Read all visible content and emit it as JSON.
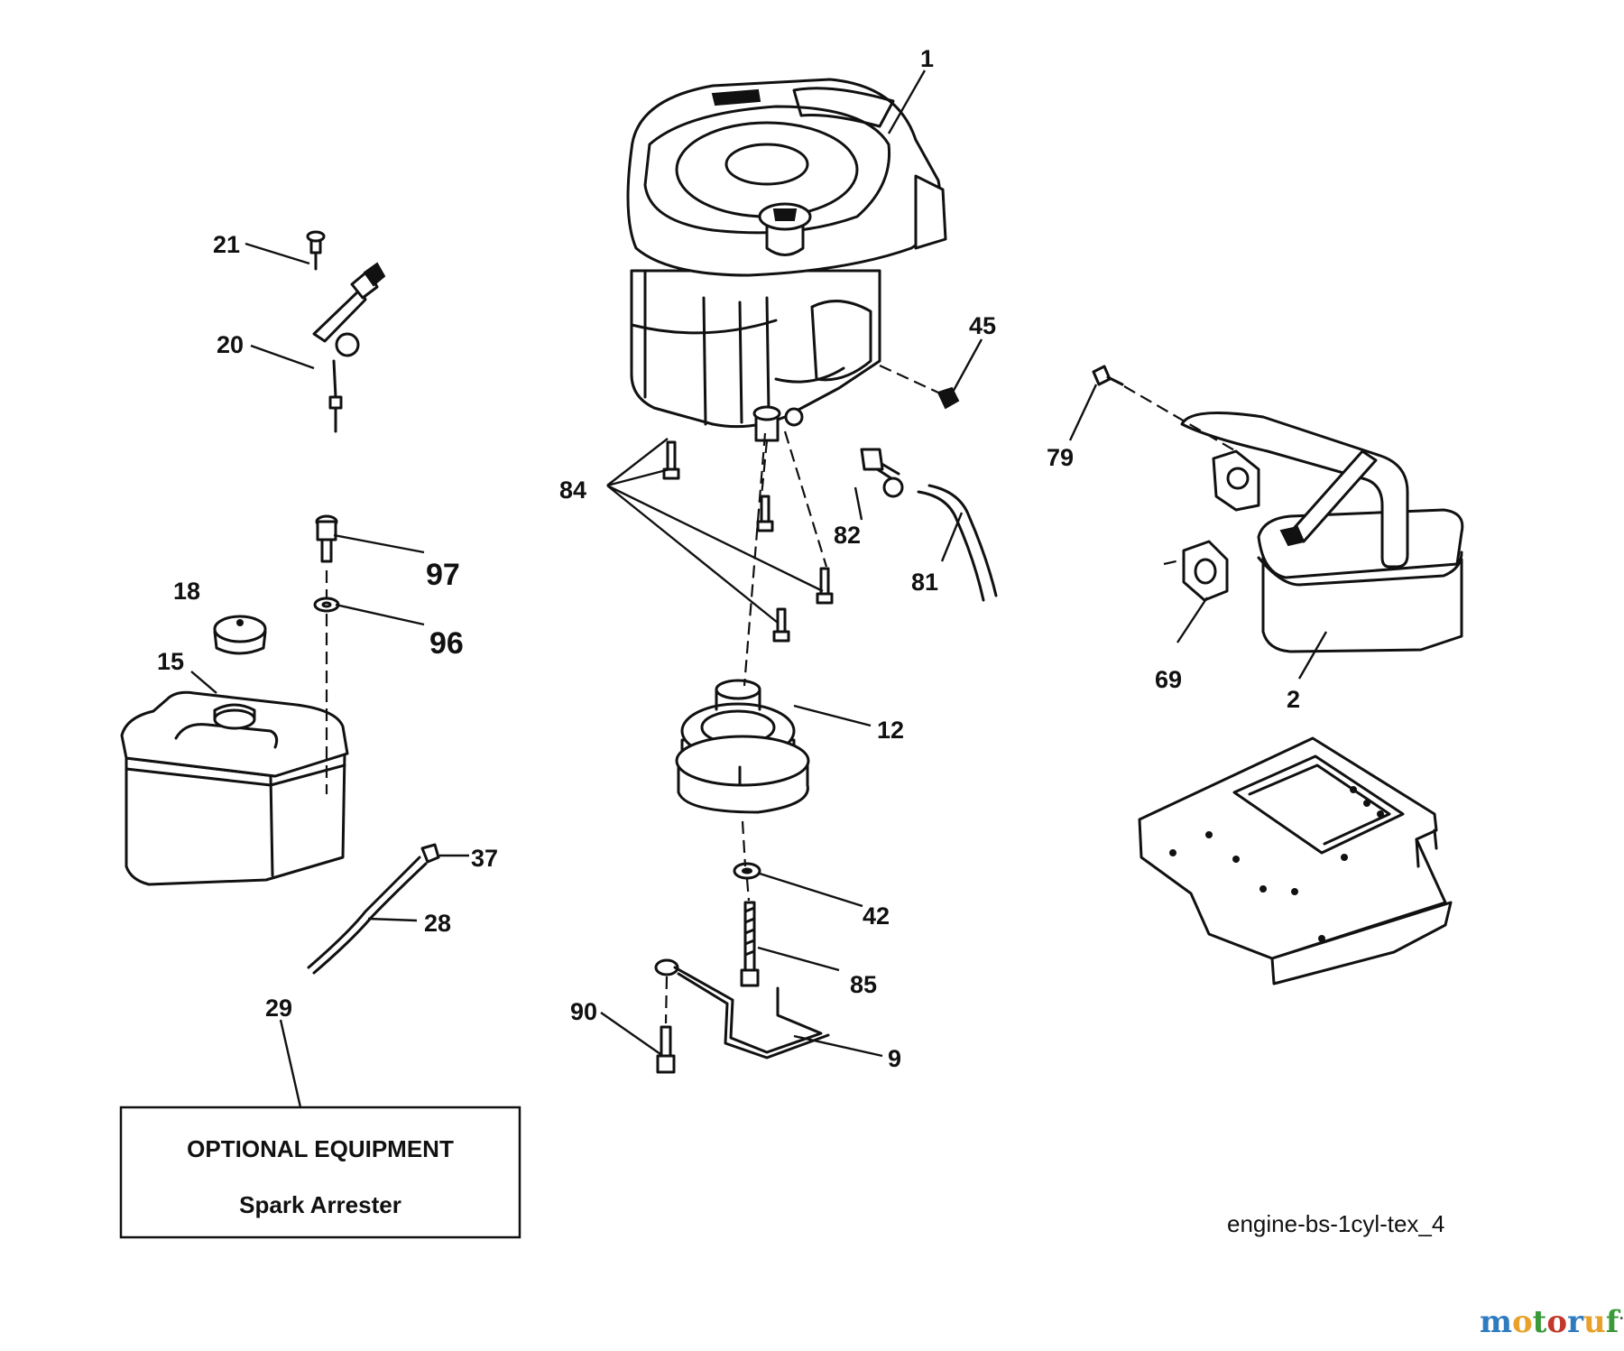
{
  "part_labels": {
    "p1": "1",
    "p2": "2",
    "p9": "9",
    "p12": "12",
    "p15": "15",
    "p18": "18",
    "p20": "20",
    "p21": "21",
    "p28": "28",
    "p29": "29",
    "p37": "37",
    "p42": "42",
    "p45": "45",
    "p69": "69",
    "p79": "79",
    "p81": "81",
    "p82": "82",
    "p84": "84",
    "p85": "85",
    "p90": "90",
    "p96": "96",
    "p97": "97"
  },
  "optional_box": {
    "title": "OPTIONAL EQUIPMENT",
    "item": "Spark Arrester"
  },
  "diagram_code": "engine-bs-1cyl-tex_4",
  "watermark": {
    "text": "motoruf",
    "suffix": ".de",
    "colors": [
      "#2e7bbf",
      "#e8a12a",
      "#3a9a3a",
      "#c0392b"
    ]
  }
}
